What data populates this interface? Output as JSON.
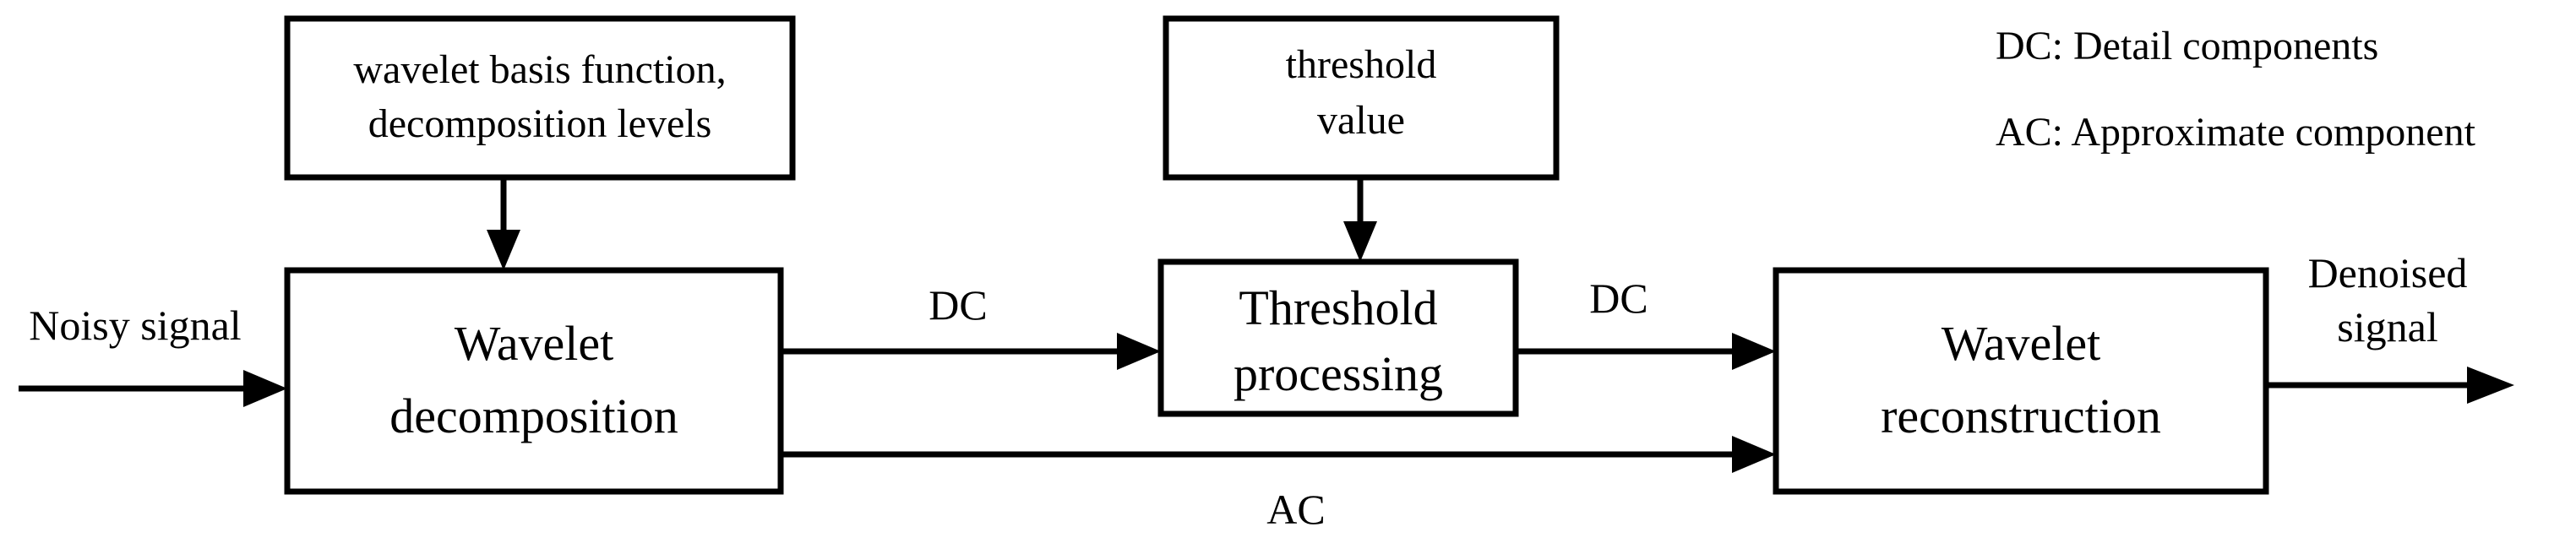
{
  "nodes": {
    "params": {
      "line1": "wavelet basis function,",
      "line2": "decomposition levels"
    },
    "threshold_value": {
      "line1": "threshold",
      "line2": "value"
    },
    "decomposition": {
      "line1": "Wavelet",
      "line2": "decomposition"
    },
    "threshold_processing": {
      "line1": "Threshold",
      "line2": "processing"
    },
    "reconstruction": {
      "line1": "Wavelet",
      "line2": "reconstruction"
    }
  },
  "edges": {
    "input_label": "Noisy signal",
    "dc_label_1": "DC",
    "dc_label_2": "DC",
    "ac_label": "AC",
    "output_line1": "Denoised",
    "output_line2": "signal"
  },
  "legend": {
    "dc": "DC: Detail components",
    "ac": "AC: Approximate component"
  }
}
